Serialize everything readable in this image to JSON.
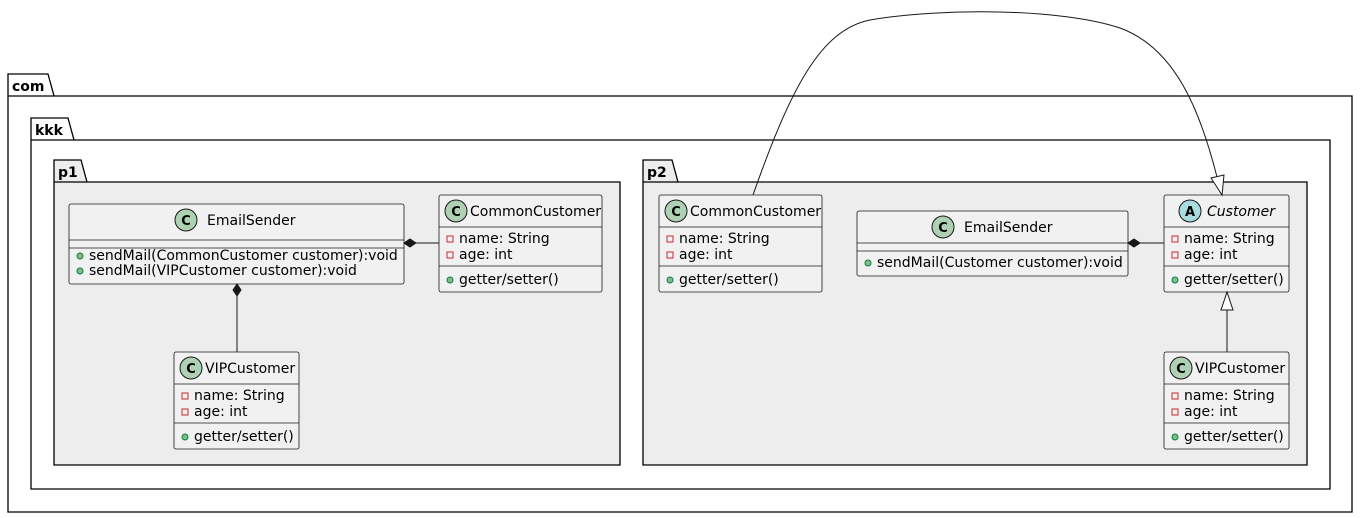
{
  "packages": {
    "com": "com",
    "kkk": "kkk",
    "p1": "p1",
    "p2": "p2"
  },
  "visibility_symbols": {
    "private": "-",
    "public": "+"
  },
  "class_marker_color": "#ADD1B2",
  "abstract_marker_color": "#A9DCDF",
  "p1": {
    "email_sender": {
      "name": "EmailSender",
      "kind": "C",
      "methods": [
        "sendMail(CommonCustomer customer):void",
        "sendMail(VIPCustomer customer):void"
      ]
    },
    "common_customer": {
      "name": "CommonCustomer",
      "kind": "C",
      "fields": [
        "name: String",
        "age: int"
      ],
      "methods": [
        "getter/setter()"
      ]
    },
    "vip_customer": {
      "name": "VIPCustomer",
      "kind": "C",
      "fields": [
        "name: String",
        "age: int"
      ],
      "methods": [
        "getter/setter()"
      ]
    }
  },
  "p2": {
    "common_customer": {
      "name": "CommonCustomer",
      "kind": "C",
      "fields": [
        "name: String",
        "age: int"
      ],
      "methods": [
        "getter/setter()"
      ]
    },
    "email_sender": {
      "name": "EmailSender",
      "kind": "C",
      "methods": [
        "sendMail(Customer customer):void"
      ]
    },
    "customer": {
      "name": "Customer",
      "kind": "A",
      "fields": [
        "name: String",
        "age: int"
      ],
      "methods": [
        "getter/setter()"
      ]
    },
    "vip_customer": {
      "name": "VIPCustomer",
      "kind": "C",
      "fields": [
        "name: String",
        "age: int"
      ],
      "methods": [
        "getter/setter()"
      ]
    }
  }
}
